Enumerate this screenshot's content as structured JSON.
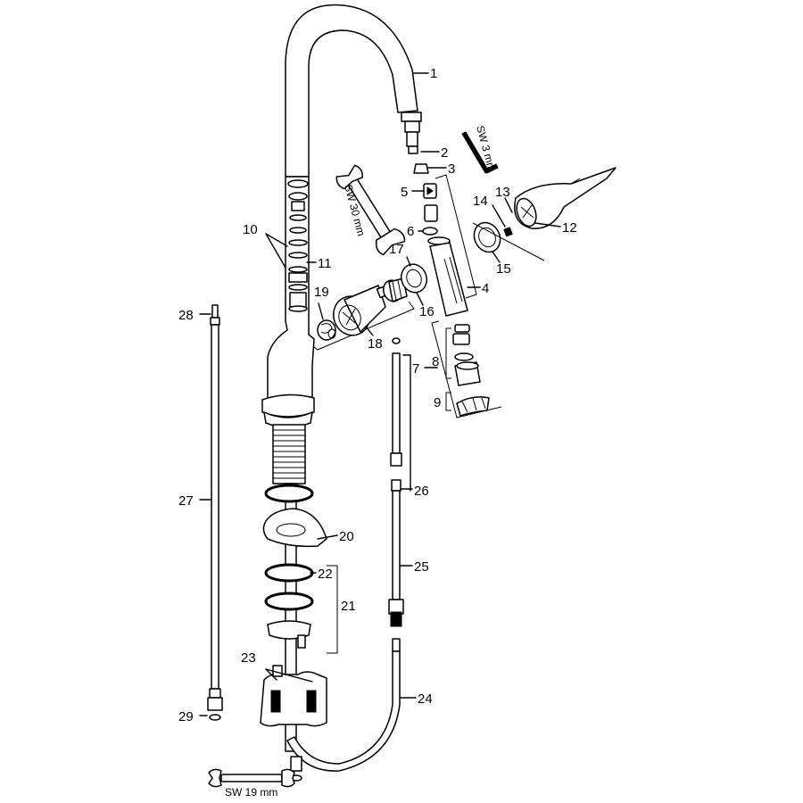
{
  "parts": {
    "p1": "1",
    "p2": "2",
    "p3": "3",
    "p4": "4",
    "p5": "5",
    "p6": "6",
    "p7": "7",
    "p8": "8",
    "p9": "9",
    "p10": "10",
    "p11": "11",
    "p12": "12",
    "p13": "13",
    "p14": "14",
    "p15": "15",
    "p16": "16",
    "p17": "17",
    "p18": "18",
    "p19": "19",
    "p20": "20",
    "p21": "21",
    "p22": "22",
    "p23": "23",
    "p24": "24",
    "p25": "25",
    "p26": "26",
    "p27": "27",
    "p28": "28",
    "p29": "29"
  },
  "tools": {
    "wrench_30": "SW 30 mm",
    "hex_key_3": "SW 3 mm",
    "wrench_19": "SW 19 mm"
  }
}
